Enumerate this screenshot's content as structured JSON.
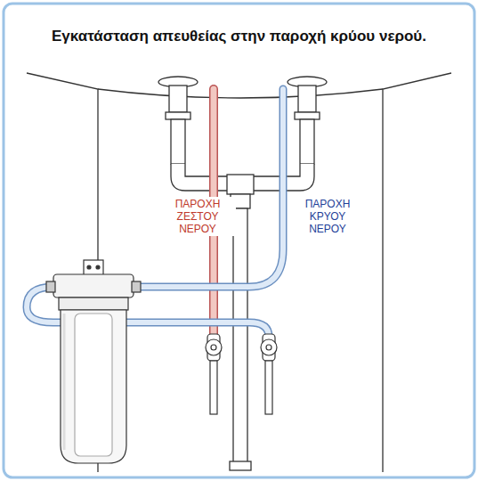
{
  "diagram": {
    "title": "Εγκατάσταση απευθείας στην παροχή κρύου νερού.",
    "labels": [
      "ΠΑΡΟΧΗ ΖΕΣΤΟΥ ΝΕΡΟΥ",
      "ΠΑΡΟΧΗ ΚΡΥΟΥ ΝΕΡΟΥ"
    ]
  }
}
